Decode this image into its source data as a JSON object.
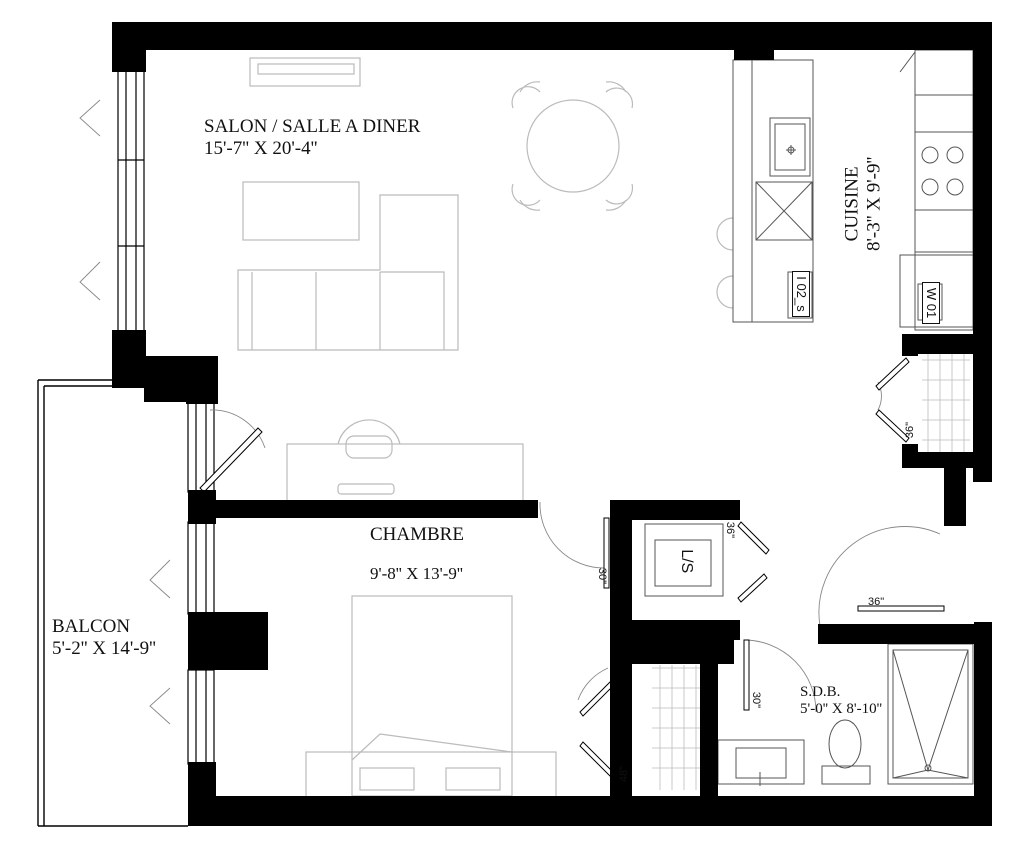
{
  "rooms": {
    "salon": {
      "name": "SALON / SALLE A DINER",
      "size": "15'-7'' X  20'-4''"
    },
    "cuisine": {
      "name": "CUISINE",
      "size": "8'-3'' X 9'-9''"
    },
    "chambre": {
      "name": "CHAMBRE",
      "size": "9'-8'' X 13'-9''"
    },
    "balcon": {
      "name": "BALCON",
      "size": "5'-2'' X  14'-9''"
    },
    "sdb": {
      "name": "S.D.B.",
      "size": "5'-0'' X 8'-10''"
    }
  },
  "appliances": {
    "stove": "I 02_s",
    "washer": "W 01",
    "laundry": "L/S"
  },
  "door_widths": {
    "pantry": "36\"",
    "entry": "36\"",
    "laundry": "36\"",
    "bedroom": "30\"",
    "bath": "30\"",
    "closet": "48\""
  },
  "colors": {
    "wall": "#000000",
    "furniture": "#bbbbbb",
    "fixture": "#555555"
  }
}
